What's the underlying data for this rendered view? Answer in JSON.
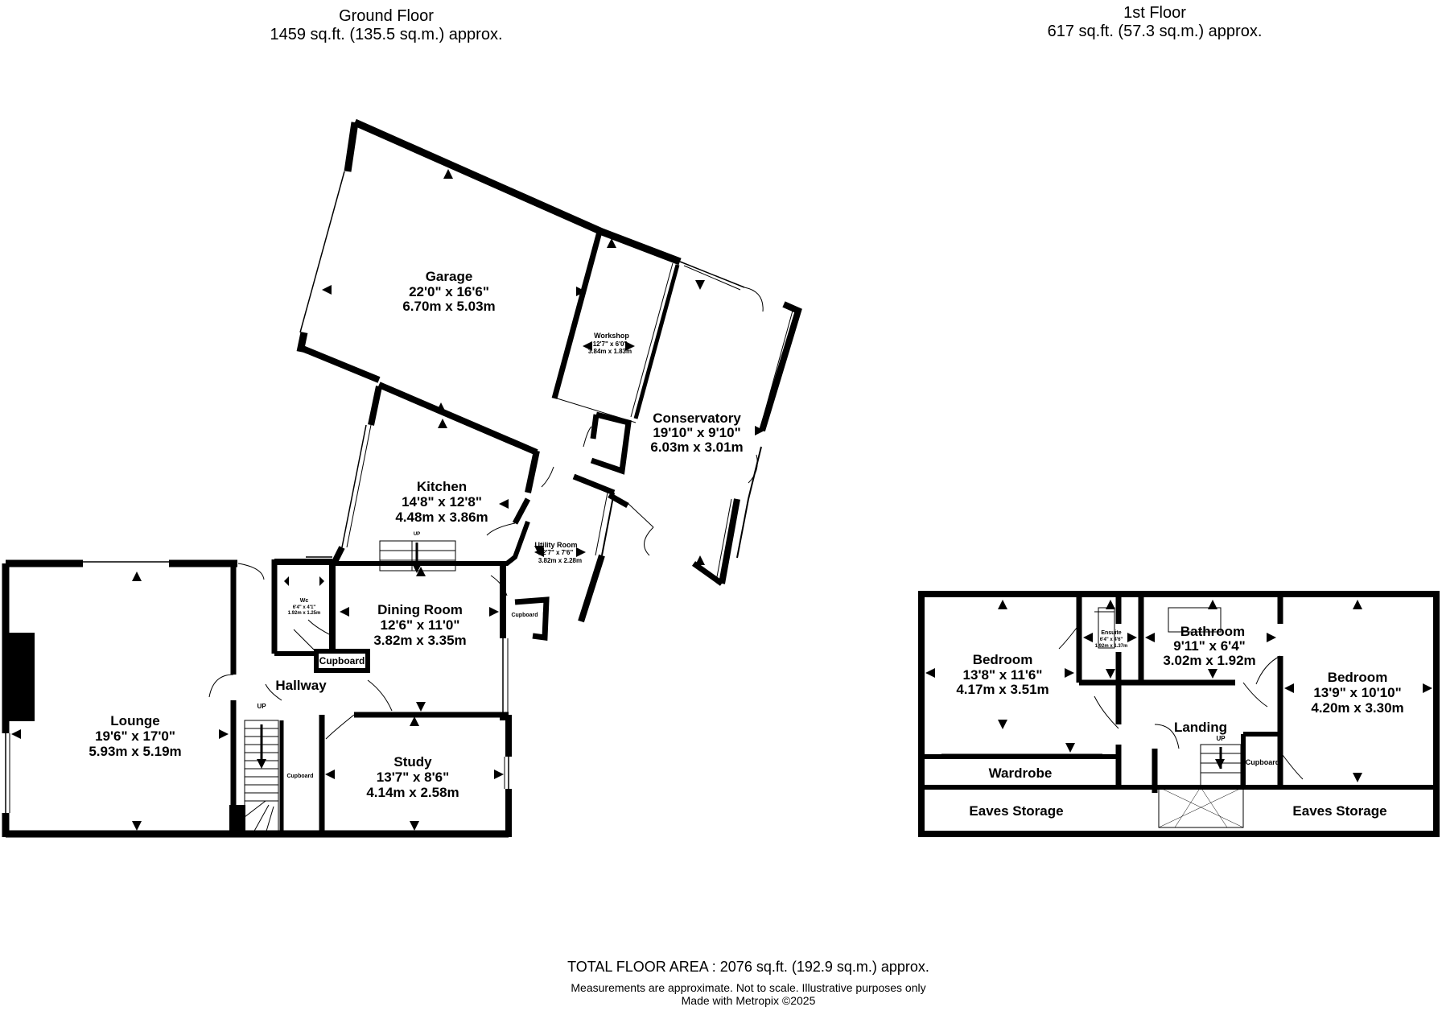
{
  "ground_floor": {
    "title": "Ground Floor",
    "area": "1459 sq.ft. (135.5 sq.m.) approx.",
    "rooms": {
      "garage": {
        "name": "Garage",
        "imperial": "22'0\"  x 16'6\"",
        "metric": "6.70m  x 5.03m"
      },
      "workshop": {
        "name": "Workshop",
        "imperial": "12'7\"  x 6'0\"",
        "metric": "3.84m  x 1.83m"
      },
      "conservatory": {
        "name": "Conservatory",
        "imperial": "19'10\"  x 9'10\"",
        "metric": "6.03m  x 3.01m"
      },
      "kitchen": {
        "name": "Kitchen",
        "imperial": "14'8\"  x 12'8\"",
        "metric": "4.48m  x 3.86m"
      },
      "utility": {
        "name": "Utility Room",
        "imperial": "12'7\"  x 7'6\"",
        "metric": "3.82m  x 2.28m"
      },
      "dining": {
        "name": "Dining Room",
        "imperial": "12'6\"  x 11'0\"",
        "metric": "3.82m  x 3.35m"
      },
      "lounge": {
        "name": "Lounge",
        "imperial": "19'6\"  x 17'0\"",
        "metric": "5.93m  x 5.19m"
      },
      "wc": {
        "name": "Wc",
        "imperial": "6'4\"  x 4'1\"",
        "metric": "1.92m  x 1.25m"
      },
      "hallway": {
        "name": "Hallway"
      },
      "study": {
        "name": "Study",
        "imperial": "13'7\"  x 8'6\"",
        "metric": "4.14m  x 2.58m"
      },
      "cupboard_hall": {
        "name": "Cupboard"
      },
      "cupboard_under_stairs": {
        "name": "Cupboard"
      },
      "cupboard_utility": {
        "name": "Cupboard"
      }
    },
    "stairs_up_kitchen": "UP",
    "stairs_up_hall": "UP"
  },
  "first_floor": {
    "title": "1st Floor",
    "area": "617 sq.ft. (57.3 sq.m.) approx.",
    "rooms": {
      "bedroom1": {
        "name": "Bedroom",
        "imperial": "13'8\"  x 11'6\"",
        "metric": "4.17m  x 3.51m"
      },
      "ensuite": {
        "name": "Ensuite",
        "imperial": "6'4\"  x 4'6\"",
        "metric": "1.92m  x 1.37m"
      },
      "bathroom": {
        "name": "Bathroom",
        "imperial": "9'11\"  x 6'4\"",
        "metric": "3.02m  x 1.92m"
      },
      "bedroom2": {
        "name": "Bedroom",
        "imperial": "13'9\"  x 10'10\"",
        "metric": "4.20m  x 3.30m"
      },
      "landing": {
        "name": "Landing"
      },
      "wardrobe": {
        "name": "Wardrobe"
      },
      "cupboard": {
        "name": "Cupboard"
      },
      "eaves_left": {
        "name": "Eaves Storage"
      },
      "eaves_right": {
        "name": "Eaves Storage"
      }
    },
    "stairs_up": "UP"
  },
  "footer": {
    "total": "TOTAL FLOOR AREA : 2076 sq.ft. (192.9 sq.m.) approx.",
    "disclaimer": "Measurements are approximate.  Not to scale.  Illustrative purposes only",
    "credit": "Made with Metropix ©2025"
  }
}
